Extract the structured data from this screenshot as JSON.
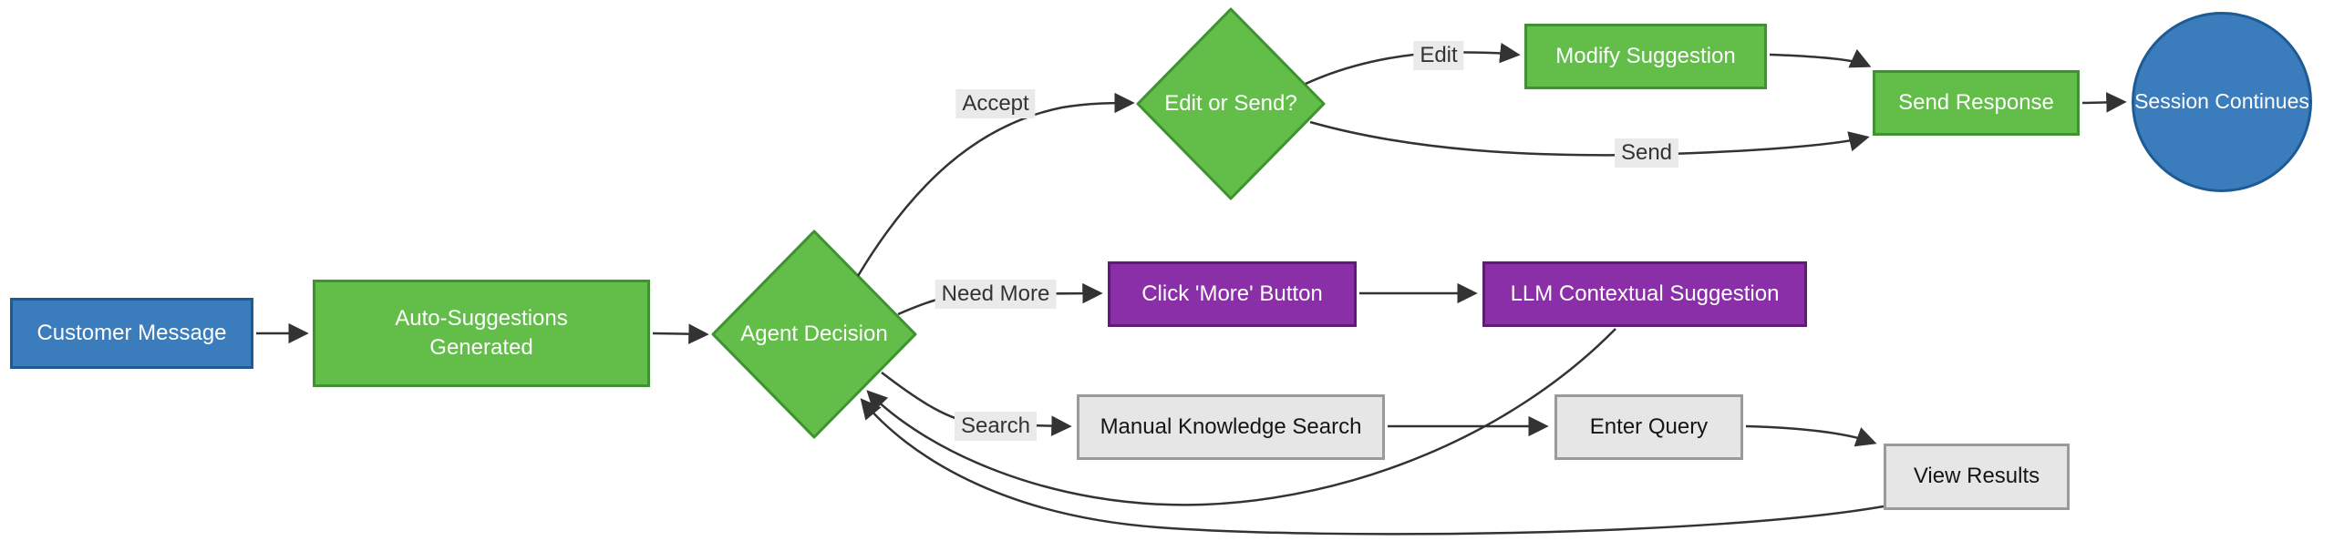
{
  "diagram": {
    "type": "flowchart",
    "direction": "left-to-right",
    "nodes": {
      "customer_message": {
        "label": "Customer Message",
        "shape": "rectangle",
        "fill": "#3B7CBD"
      },
      "auto_suggestions": {
        "label": "Auto-Suggestions\nGenerated",
        "shape": "rectangle",
        "fill": "#62BE48"
      },
      "agent_decision": {
        "label": "Agent Decision",
        "shape": "diamond",
        "fill": "#62BE48"
      },
      "edit_or_send": {
        "label": "Edit or Send?",
        "shape": "diamond",
        "fill": "#62BE48"
      },
      "modify_suggestion": {
        "label": "Modify Suggestion",
        "shape": "rectangle",
        "fill": "#62BE48"
      },
      "send_response": {
        "label": "Send Response",
        "shape": "rectangle",
        "fill": "#62BE48"
      },
      "session_continues": {
        "label": "Session Continues",
        "shape": "circle",
        "fill": "#3B7CBD"
      },
      "click_more_button": {
        "label": "Click 'More' Button",
        "shape": "rectangle",
        "fill": "#8B2FA8"
      },
      "llm_contextual_suggestion": {
        "label": "LLM Contextual Suggestion",
        "shape": "rectangle",
        "fill": "#8B2FA8"
      },
      "manual_knowledge_search": {
        "label": "Manual Knowledge Search",
        "shape": "rectangle",
        "fill": "#E6E6E6"
      },
      "enter_query": {
        "label": "Enter Query",
        "shape": "rectangle",
        "fill": "#E6E6E6"
      },
      "view_results": {
        "label": "View Results",
        "shape": "rectangle",
        "fill": "#E6E6E6"
      }
    },
    "edges": [
      {
        "from": "customer_message",
        "to": "auto_suggestions",
        "label": ""
      },
      {
        "from": "auto_suggestions",
        "to": "agent_decision",
        "label": ""
      },
      {
        "from": "agent_decision",
        "to": "edit_or_send",
        "label": "Accept"
      },
      {
        "from": "edit_or_send",
        "to": "modify_suggestion",
        "label": "Edit"
      },
      {
        "from": "modify_suggestion",
        "to": "send_response",
        "label": ""
      },
      {
        "from": "edit_or_send",
        "to": "send_response",
        "label": "Send"
      },
      {
        "from": "send_response",
        "to": "session_continues",
        "label": ""
      },
      {
        "from": "agent_decision",
        "to": "click_more_button",
        "label": "Need More"
      },
      {
        "from": "click_more_button",
        "to": "llm_contextual_suggestion",
        "label": ""
      },
      {
        "from": "llm_contextual_suggestion",
        "to": "agent_decision",
        "label": ""
      },
      {
        "from": "agent_decision",
        "to": "manual_knowledge_search",
        "label": "Search"
      },
      {
        "from": "manual_knowledge_search",
        "to": "enter_query",
        "label": ""
      },
      {
        "from": "enter_query",
        "to": "view_results",
        "label": ""
      },
      {
        "from": "view_results",
        "to": "agent_decision",
        "label": ""
      }
    ],
    "colors": {
      "green_fill": "#62BE48",
      "green_stroke": "#3F9232",
      "blue_fill": "#3B7CBD",
      "blue_stroke": "#1E5B94",
      "purple_fill": "#8B2FA8",
      "purple_stroke": "#5E1C73",
      "gray_fill": "#E6E6E6",
      "gray_stroke": "#9A9A9A",
      "edge_color": "#333333",
      "edge_label_bg": "#EAEAEA"
    }
  }
}
